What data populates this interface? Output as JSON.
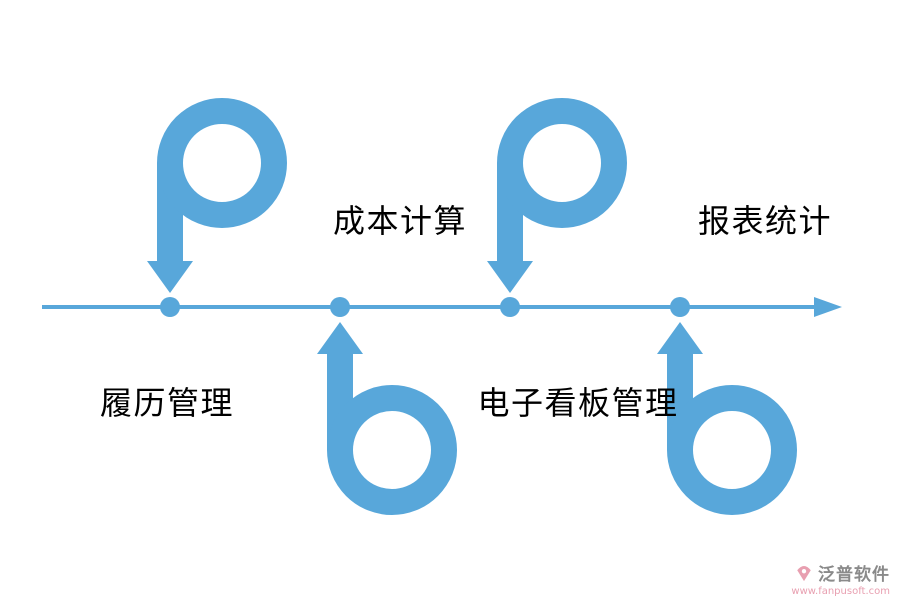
{
  "colors": {
    "accent_blue": "#58a7da",
    "label_text": "#000000",
    "brand_pink": "#e89fb0",
    "brand_gray": "#8a8a8a"
  },
  "timeline": {
    "direction": "left-to-right",
    "dot_count": 4,
    "items": [
      {
        "label": "履历管理",
        "label_side": "below",
        "loop_arrow": "above-pointing-down"
      },
      {
        "label": "成本计算",
        "label_side": "above",
        "loop_arrow": "below-pointing-up"
      },
      {
        "label": "电子看板管理",
        "label_side": "below",
        "loop_arrow": "above-pointing-down"
      },
      {
        "label": "报表统计",
        "label_side": "above",
        "loop_arrow": "below-pointing-up"
      }
    ]
  },
  "footer": {
    "brand": "泛普软件",
    "website": "www.fanpusoft.com"
  }
}
